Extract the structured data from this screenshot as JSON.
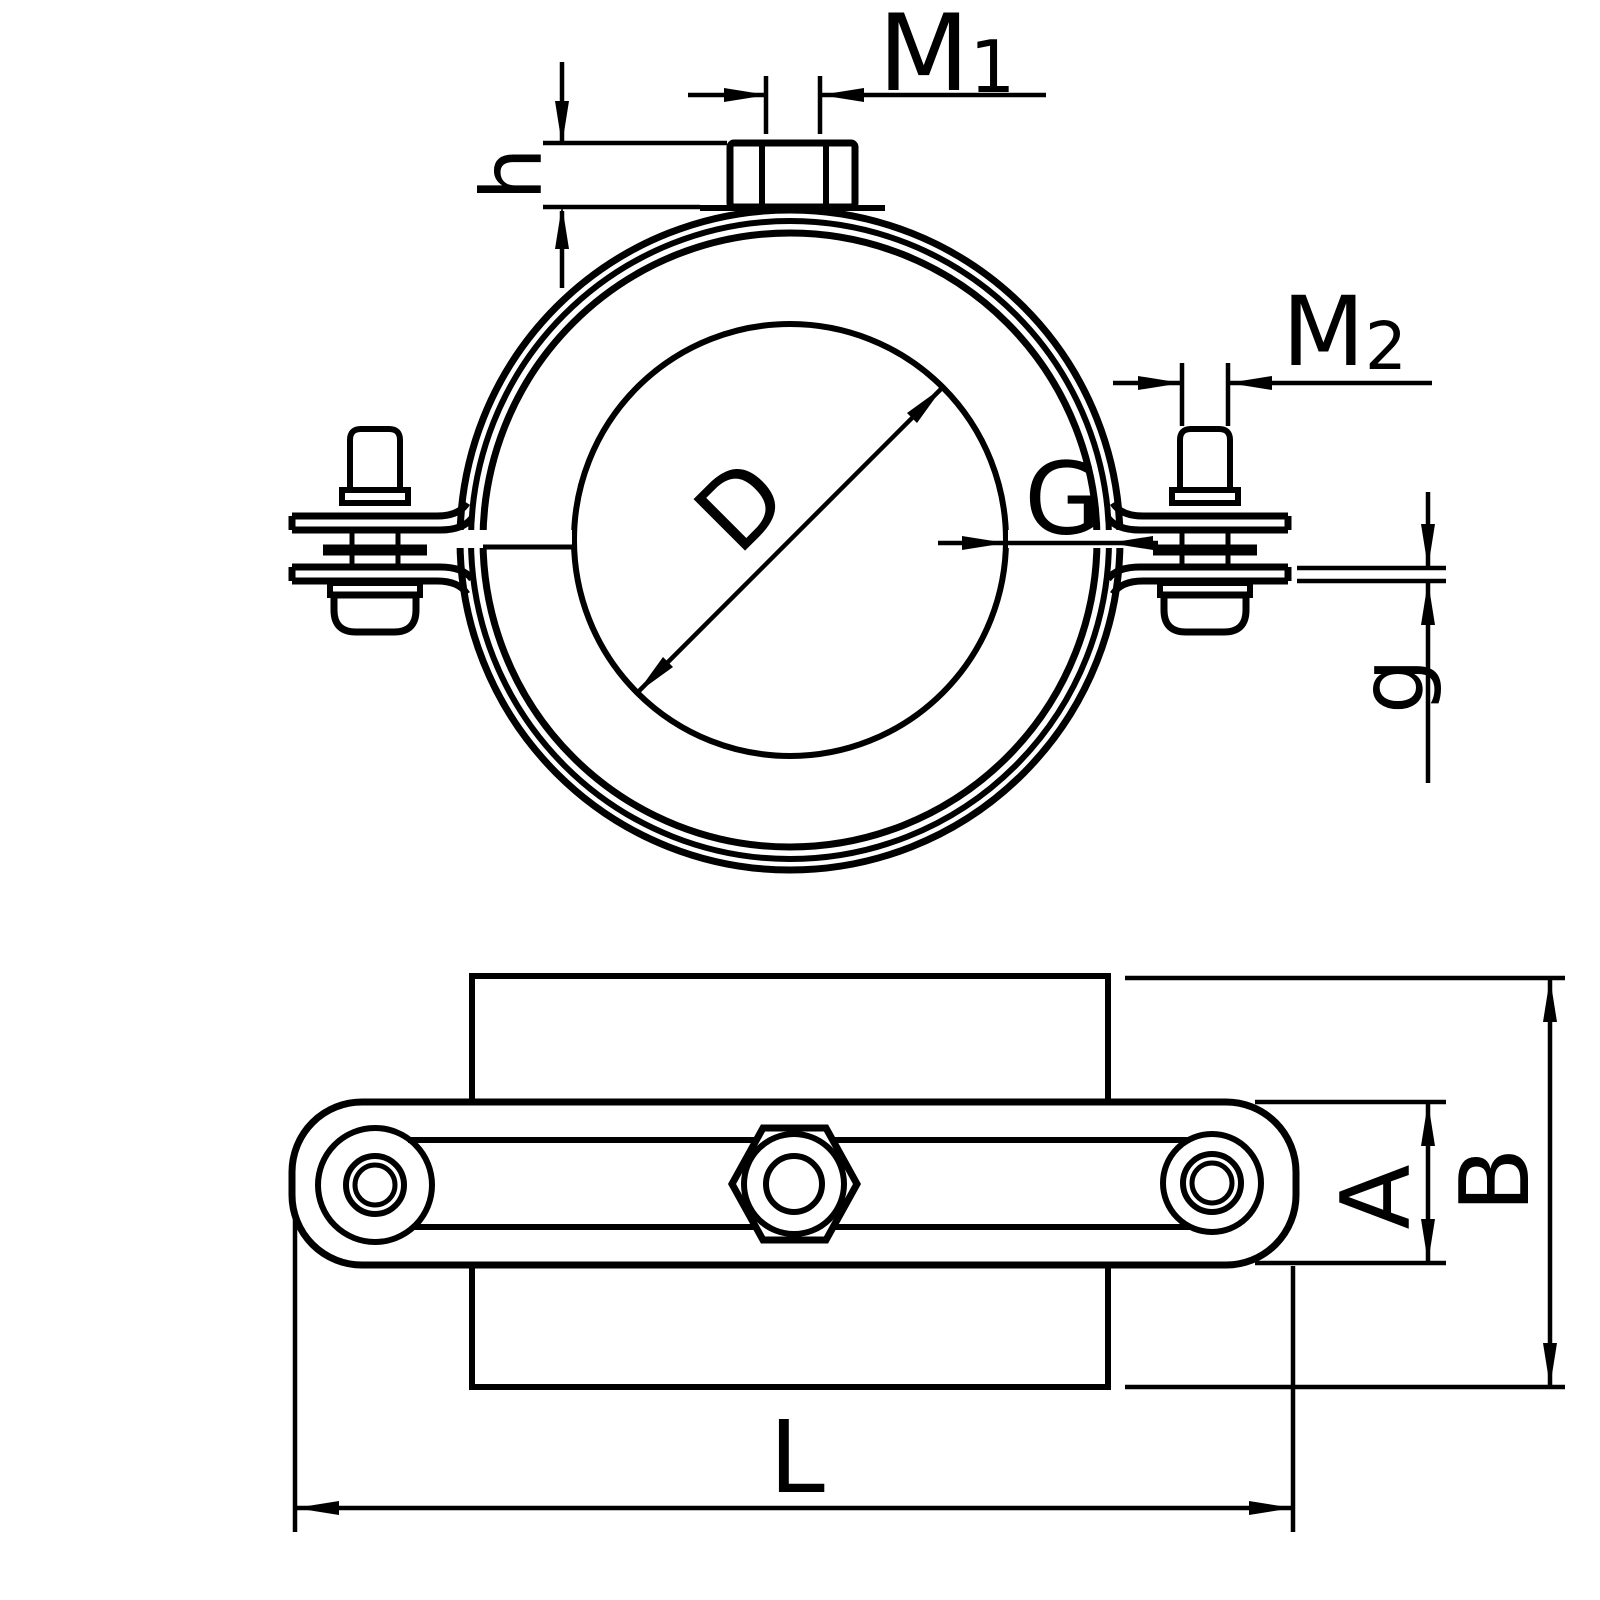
{
  "colors": {
    "background": "#ffffff",
    "line": "#000000"
  },
  "front_view": {
    "dimensions": {
      "m1": {
        "base": "M",
        "sub": "1"
      },
      "m2": {
        "base": "M",
        "sub": "2"
      },
      "h": "h",
      "d": "D",
      "g_upper": "G",
      "g_lower": "g"
    }
  },
  "side_view": {
    "dimensions": {
      "a": "A",
      "b": "B",
      "l": "L"
    }
  }
}
